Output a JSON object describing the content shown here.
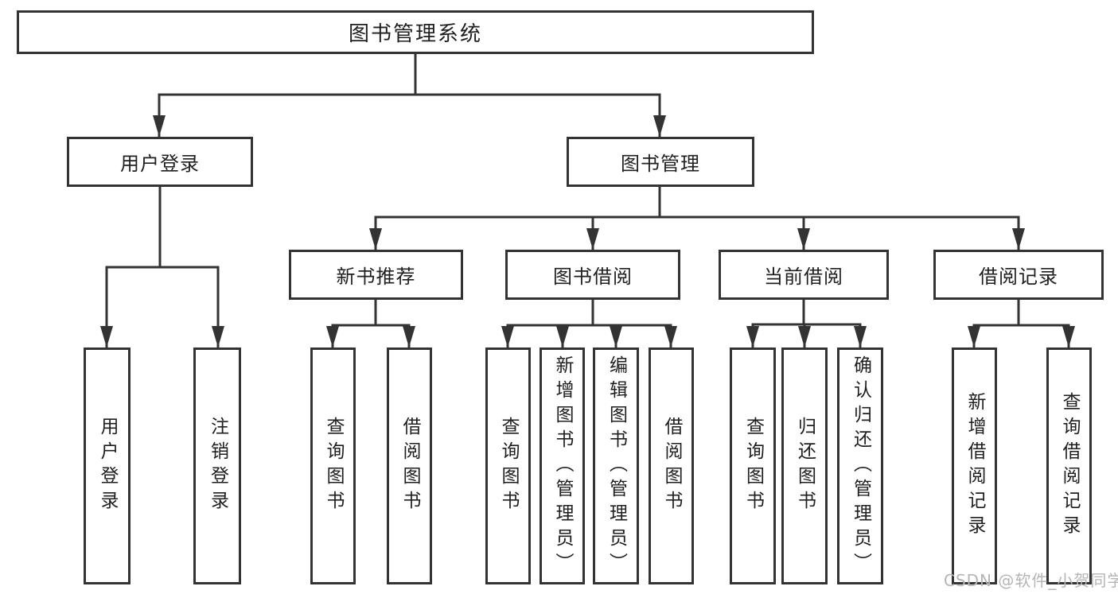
{
  "colors": {
    "line": "#333333",
    "box_border": "#333333",
    "box_background": "#ffffff",
    "text": "#1f1f1f",
    "watermark": "#b5b5b5"
  },
  "watermark": {
    "text": "CSDN @软件_小贺同学"
  },
  "nodes": {
    "root": {
      "label": "图书管理系统"
    },
    "user_login": {
      "label": "用户登录"
    },
    "book_mgmt": {
      "label": "图书管理"
    },
    "new_book_rec": {
      "label": "新书推荐"
    },
    "book_borrow": {
      "label": "图书借阅"
    },
    "current_borrow": {
      "label": "当前借阅"
    },
    "borrow_records": {
      "label": "借阅记录"
    },
    "ul_login": {
      "label": "用户登录"
    },
    "ul_logout": {
      "label": "注销登录"
    },
    "nb_query": {
      "label": "查询图书"
    },
    "nb_borrow": {
      "label": "借阅图书"
    },
    "bb_query": {
      "label": "查询图书"
    },
    "bb_add": {
      "label": "新增图书（管理员）"
    },
    "bb_edit": {
      "label": "编辑图书（管理员）"
    },
    "bb_borrow": {
      "label": "借阅图书"
    },
    "cb_query": {
      "label": "查询图书"
    },
    "cb_return": {
      "label": "归还图书"
    },
    "cb_confirm": {
      "label": "确认归还（管理员）"
    },
    "br_add": {
      "label": "新增借阅记录"
    },
    "br_query": {
      "label": "查询借阅记录"
    }
  }
}
